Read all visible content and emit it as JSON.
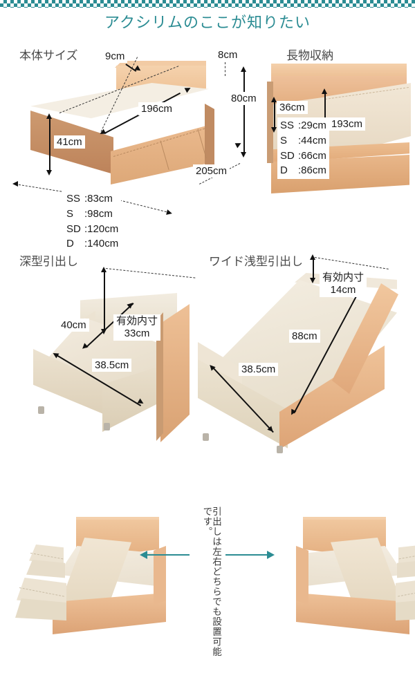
{
  "header": {
    "title": "アクシリムのここが知りたい",
    "accent_color": "#2b8c93",
    "pattern": "checkerboard"
  },
  "sections": {
    "body_size": {
      "heading": "本体サイズ",
      "labels": {
        "headboard_depth": "9cm",
        "mattress_length": "196cm",
        "frame_height": "41cm",
        "footboard_height": "8cm",
        "headboard_total_height": "80cm",
        "total_length": "205cm"
      },
      "width_table": [
        {
          "key": "SS",
          "sep": ":",
          "value": "83cm"
        },
        {
          "key": "S",
          "sep": ":",
          "value": "98cm"
        },
        {
          "key": "SD",
          "sep": ":",
          "value": "120cm"
        },
        {
          "key": "D",
          "sep": ":",
          "value": "140cm"
        }
      ]
    },
    "long_storage": {
      "heading": "長物収納",
      "labels": {
        "depth": "36cm",
        "length": "193cm"
      },
      "width_table": [
        {
          "key": "SS",
          "sep": ":",
          "value": "29cm"
        },
        {
          "key": "S",
          "sep": ":",
          "value": "44cm"
        },
        {
          "key": "SD",
          "sep": ":",
          "value": "66cm"
        },
        {
          "key": "D",
          "sep": ":",
          "value": "86cm"
        }
      ]
    },
    "deep_drawer": {
      "heading": "深型引出し",
      "labels": {
        "length": "40cm",
        "inner_label": "有効内寸",
        "inner_depth": "33cm",
        "width": "38.5cm"
      }
    },
    "wide_shallow_drawer": {
      "heading": "ワイド浅型引出し",
      "labels": {
        "inner_label": "有効内寸",
        "inner_depth": "14cm",
        "length": "88cm",
        "width": "38.5cm"
      }
    },
    "orientation": {
      "caption": "引出しは左右どちらでも設置可能です。",
      "arrow_color": "#2b8c93",
      "left_bed_drawer_side": "left",
      "right_bed_drawer_side": "right"
    }
  },
  "colors": {
    "wood_light": "#f2cba4",
    "wood_mid": "#e8b286",
    "wood_dark": "#c08b62",
    "wood_pale": "#f0e4d2",
    "deck": "#f4eee3",
    "teal": "#2b8c93",
    "heading_gray": "#4a4a4a"
  }
}
